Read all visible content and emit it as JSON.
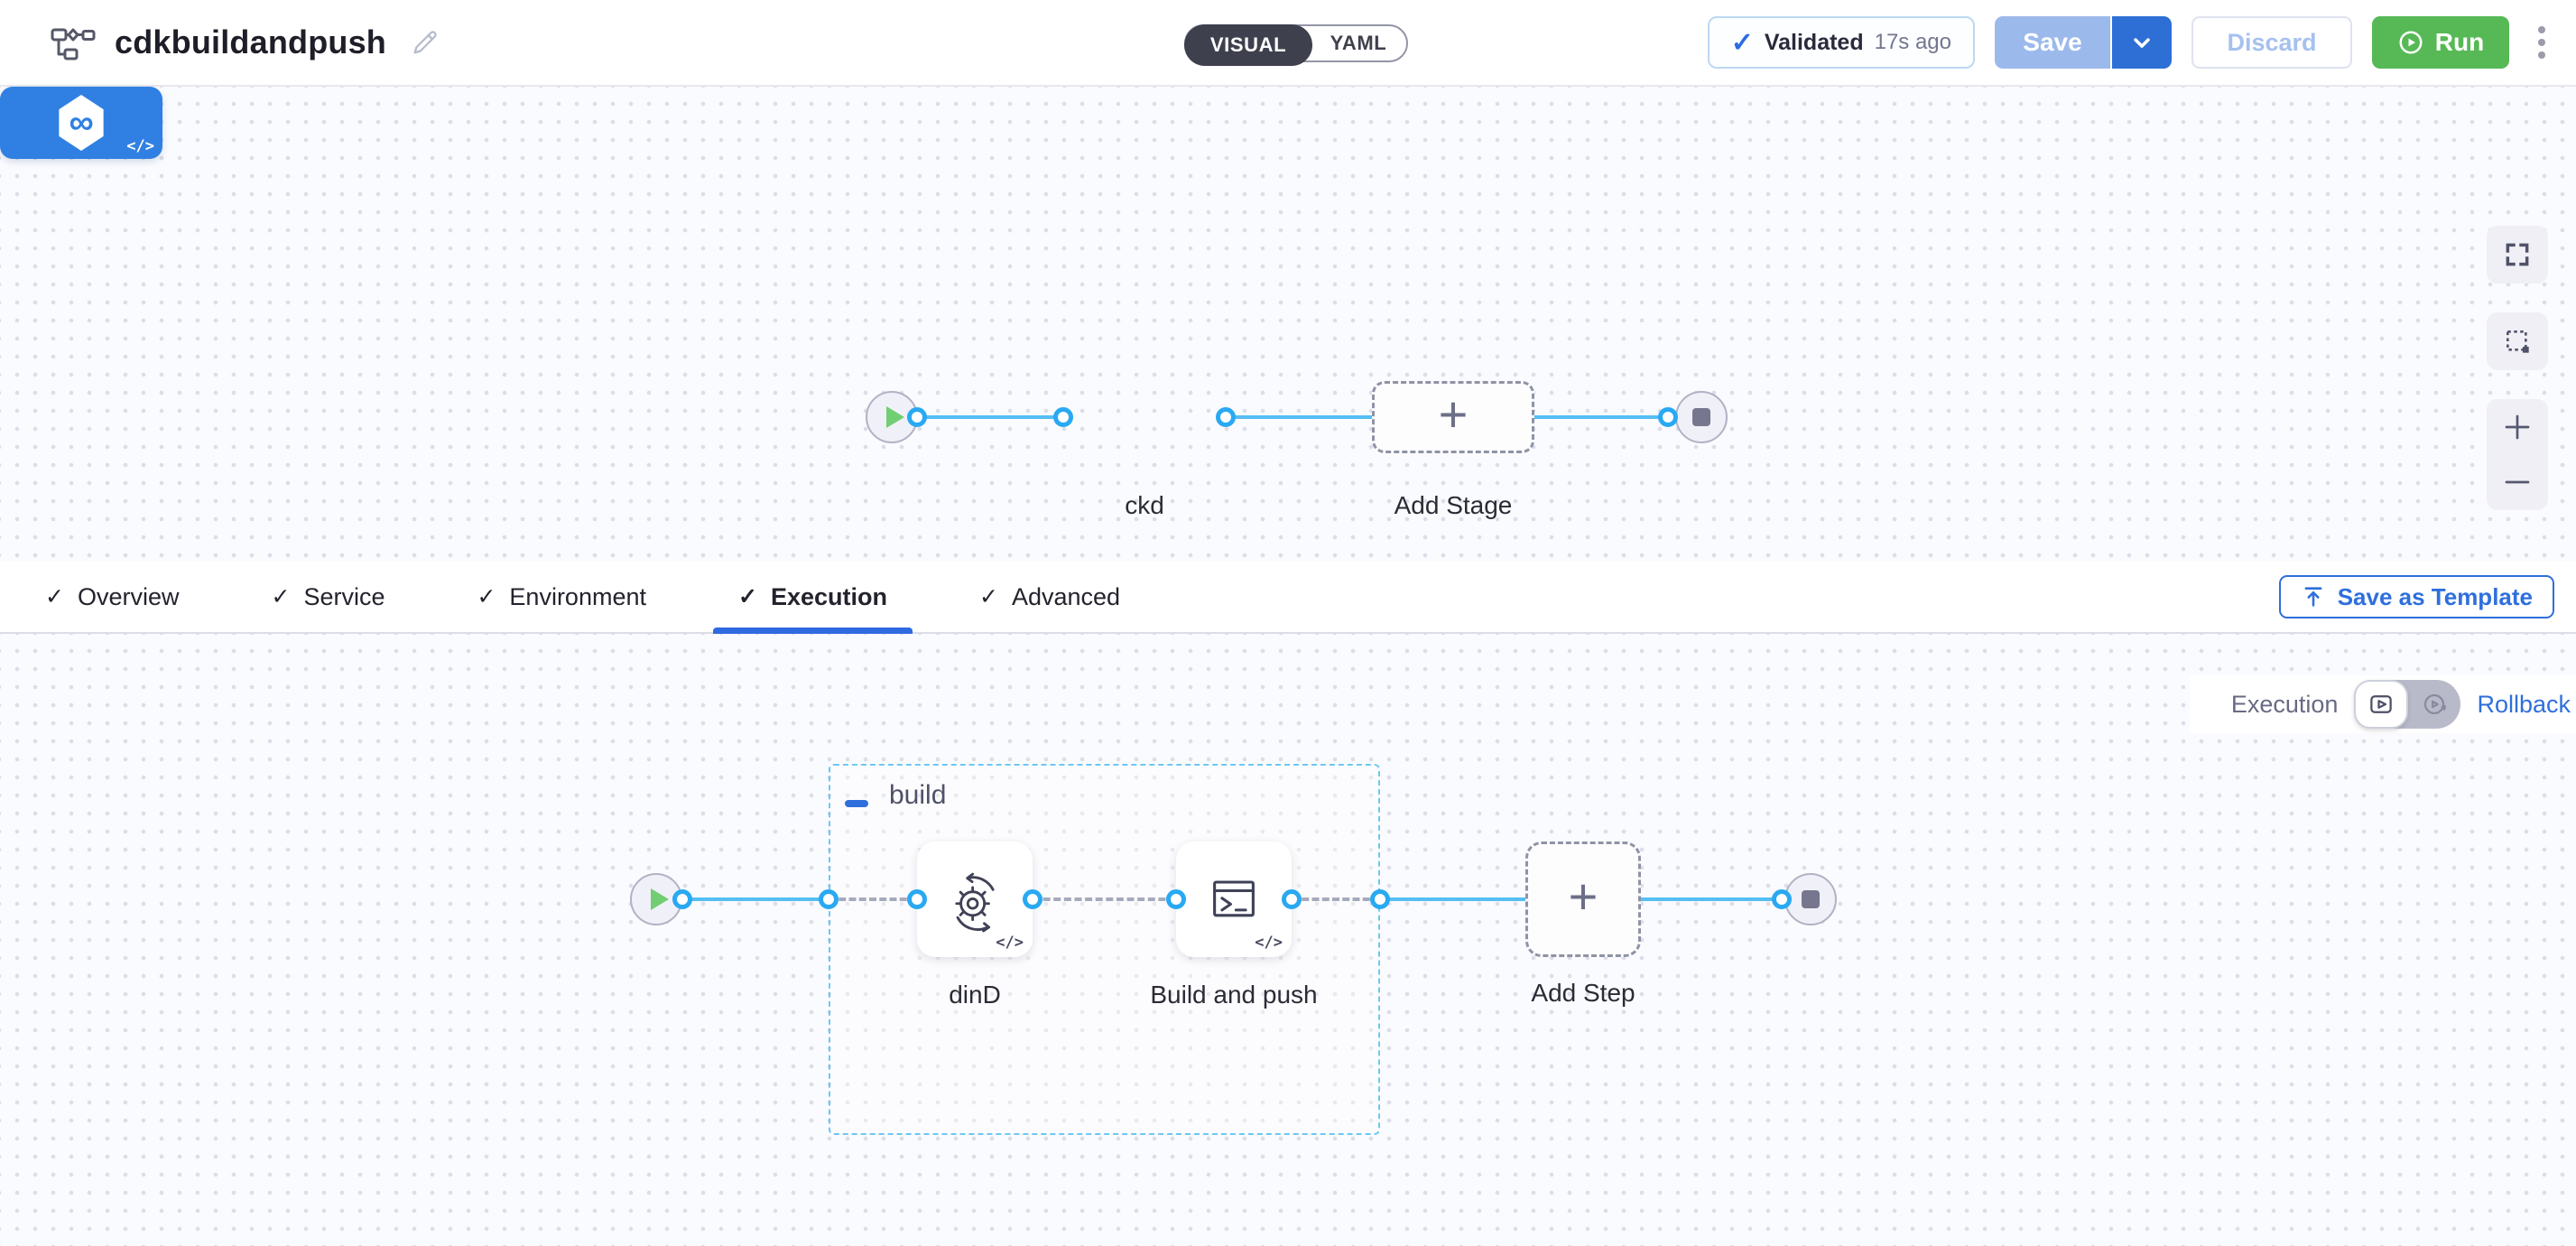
{
  "header": {
    "title": "cdkbuildandpush",
    "mode_toggle": {
      "visual": "VISUAL",
      "yaml": "YAML"
    },
    "validation_badge": {
      "status": "Validated",
      "time": "17s ago"
    },
    "buttons": {
      "save": "Save",
      "discard": "Discard",
      "run": "Run"
    }
  },
  "pipeline_canvas": {
    "stage": {
      "name": "ckd"
    },
    "add_stage_label": "Add Stage"
  },
  "config_tabs": {
    "items": [
      {
        "label": "Overview",
        "active": false
      },
      {
        "label": "Service",
        "active": false
      },
      {
        "label": "Environment",
        "active": false
      },
      {
        "label": "Execution",
        "active": true
      },
      {
        "label": "Advanced",
        "active": false
      }
    ],
    "save_as_template_label": "Save as Template"
  },
  "execution_canvas": {
    "mode_switch": {
      "left_label": "Execution",
      "right_label": "Rollback"
    },
    "step_group": {
      "name": "build"
    },
    "steps": [
      {
        "name": "dinD"
      },
      {
        "name": "Build and push"
      }
    ],
    "add_step_label": "Add Step"
  },
  "icons": {
    "check": "✓",
    "infinity": "∞",
    "code": "</>",
    "plus": "+"
  },
  "colors": {
    "accent_blue": "#2f6fdc",
    "stage_blue": "#2f80e2",
    "connector_blue": "#55bef2",
    "port_blue": "#29a9f2",
    "group_border_blue": "#6ec7f4",
    "run_green": "#56b956",
    "save_disabled_blue": "#9cb9ec",
    "save_caret_blue": "#2e6fd6",
    "toggle_dark": "#3f404d",
    "tab_underline_blue": "#3069e0"
  }
}
